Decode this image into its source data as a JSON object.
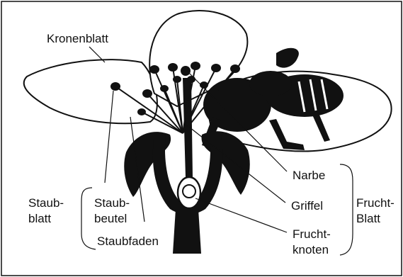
{
  "labels": {
    "kronenblatt": "Kronenblatt",
    "staubblatt_1": "Staub-",
    "staubblatt_2": "blatt",
    "staubbeutel_1": "Staub-",
    "staubbeutel_2": "beutel",
    "staubfaden": "Staubfaden",
    "narbe": "Narbe",
    "griffel": "Griffel",
    "fruchtknoten_1": "Frucht-",
    "fruchtknoten_2": "knoten",
    "fruchtblatt_1": "Frucht-",
    "fruchtblatt_2": "Blatt"
  },
  "colors": {
    "ink": "#111111",
    "paper": "#ffffff"
  }
}
